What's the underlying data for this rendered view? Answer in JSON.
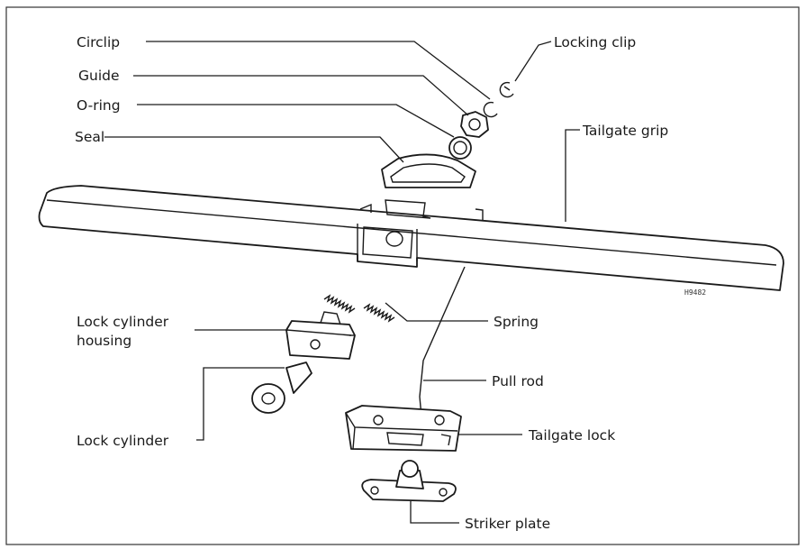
{
  "labels": {
    "circlip": "Circlip",
    "guide": "Guide",
    "o_ring": "O-ring",
    "seal": "Seal",
    "locking_clip": "Locking clip",
    "tailgate_grip": "Tailgate grip",
    "lock_cylinder_housing_1": "Lock cylinder",
    "lock_cylinder_housing_2": "housing",
    "spring": "Spring",
    "pull_rod": "Pull rod",
    "lock_cylinder": "Lock cylinder",
    "tailgate_lock": "Tailgate lock",
    "striker_plate": "Striker plate"
  },
  "figure_code": "H9482"
}
